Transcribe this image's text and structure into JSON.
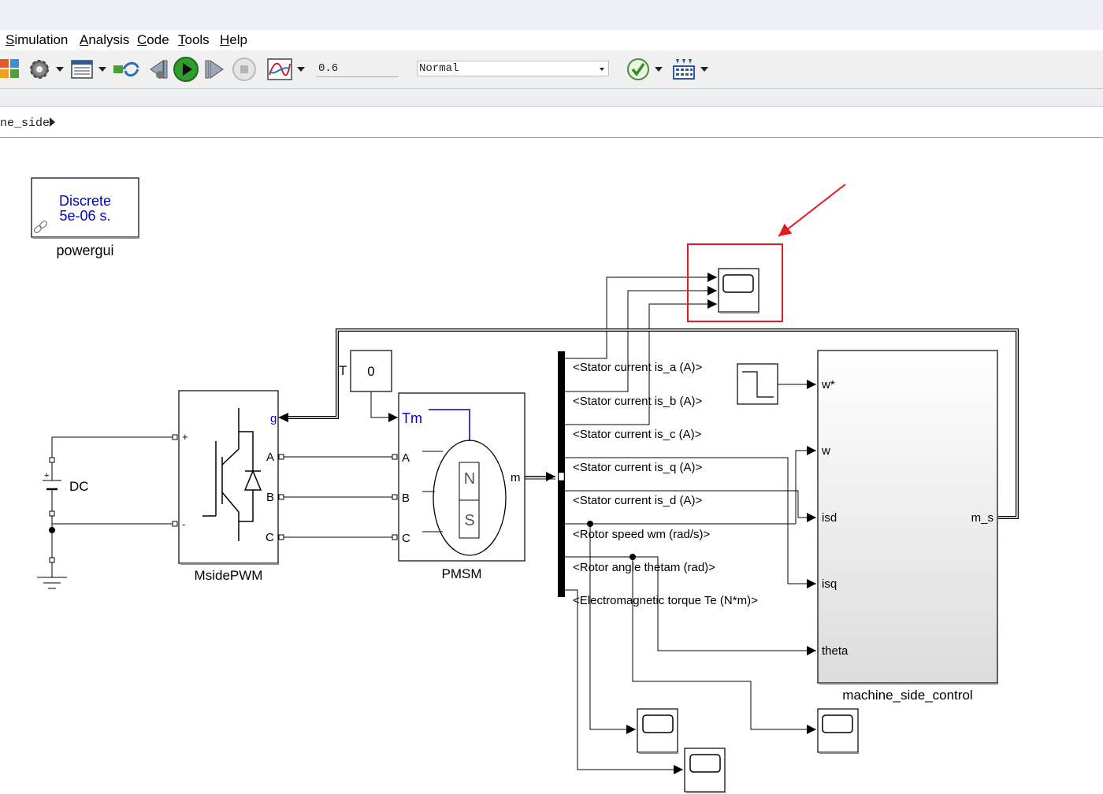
{
  "menu": [
    {
      "label": "Simulation",
      "mnemonic": "S"
    },
    {
      "label": "Analysis",
      "mnemonic": "A"
    },
    {
      "label": "Code",
      "mnemonic": "C"
    },
    {
      "label": "Tools",
      "mnemonic": "T"
    },
    {
      "label": "Help",
      "mnemonic": "H"
    }
  ],
  "toolbar": {
    "stop_time": "0.6",
    "sim_mode": "Normal",
    "icons": [
      "library-browser-icon",
      "settings-gear-icon",
      "model-config-icon",
      "update-diagram-icon",
      "step-back-icon",
      "run-icon",
      "step-forward-icon",
      "stop-icon",
      "data-inspector-icon",
      "check-icon",
      "build-icon"
    ]
  },
  "breadcrumb": {
    "path": "ne_side"
  },
  "colors": {
    "block_blue": "#0000cc",
    "highlight_red": "#e8191f",
    "line_gray": "#000000"
  },
  "model": {
    "powergui": {
      "line1": "Discrete",
      "line2": "5e-06 s.",
      "name": "powergui"
    },
    "dc": {
      "label": "DC",
      "plus": "+"
    },
    "msidepwm": {
      "name": "MsidePWM",
      "ports": [
        "g",
        "A",
        "B",
        "C"
      ],
      "dc_plus": "+",
      "dc_minus": "-"
    },
    "constant": {
      "value": "0",
      "port_label": "T"
    },
    "pmsm": {
      "name": "PMSM",
      "ports": [
        "Tm",
        "A",
        "B",
        "C"
      ],
      "output": "m",
      "magnet_n": "N",
      "magnet_s": "S"
    },
    "bus_signals": [
      "<Stator current is_a (A)>",
      "<Stator current is_b (A)>",
      "<Stator current is_c (A)>",
      "<Stator current is_q (A)>",
      "<Stator current is_d (A)>",
      "<Rotor speed wm (rad/s)>",
      "<Rotor angle thetam (rad)>",
      "<Electromagnetic torque Te (N*m)>"
    ],
    "controller": {
      "name": "machine_side_control",
      "inputs": [
        "w*",
        "w",
        "isd",
        "isq",
        "theta"
      ],
      "output": "m_s"
    }
  }
}
